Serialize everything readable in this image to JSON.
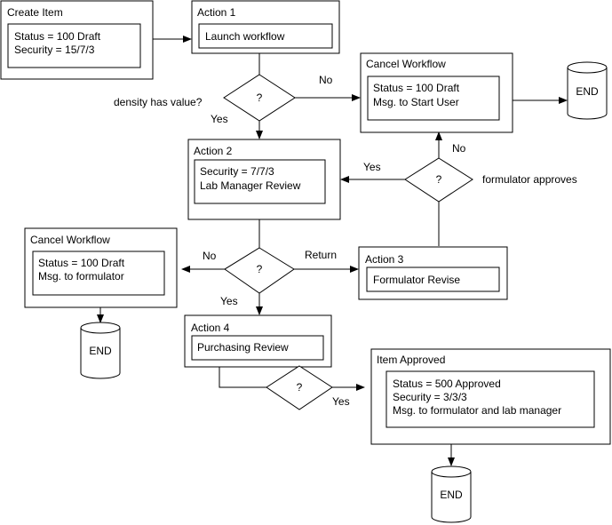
{
  "create_item": {
    "title": "Create Item",
    "status": "Status = 100 Draft",
    "security": "Security = 15/7/3"
  },
  "action1": {
    "title": "Action 1",
    "step": "Launch workflow"
  },
  "decision_density": {
    "mark": "?",
    "question": "density has value?",
    "no_label": "No",
    "yes_label": "Yes"
  },
  "cancel_top": {
    "title": "Cancel Workflow",
    "status": "Status = 100 Draft",
    "msg": "Msg. to Start User"
  },
  "end_top": {
    "label": "END"
  },
  "action2": {
    "title": "Action 2",
    "security": "Security = 7/7/3",
    "step": "Lab Manager Review"
  },
  "decision_formulator": {
    "mark": "?",
    "question": "formulator approves",
    "yes_label": "Yes",
    "no_label": "No"
  },
  "decision_labmanager": {
    "mark": "?",
    "no_label": "No",
    "return_label": "Return",
    "yes_label": "Yes"
  },
  "cancel_left": {
    "title": "Cancel Workflow",
    "status": "Status = 100 Draft",
    "msg": "Msg. to formulator"
  },
  "end_left": {
    "label": "END"
  },
  "action3": {
    "title": "Action 3",
    "step": "Formulator Revise"
  },
  "action4": {
    "title": "Action 4",
    "step": "Purchasing Review"
  },
  "decision_purchasing": {
    "mark": "?",
    "yes_label": "Yes"
  },
  "item_approved": {
    "title": "Item Approved",
    "status": "Status = 500 Approved",
    "security": "Security = 3/3/3",
    "msg": "Msg. to formulator and lab manager"
  },
  "end_bottom": {
    "label": "END"
  }
}
